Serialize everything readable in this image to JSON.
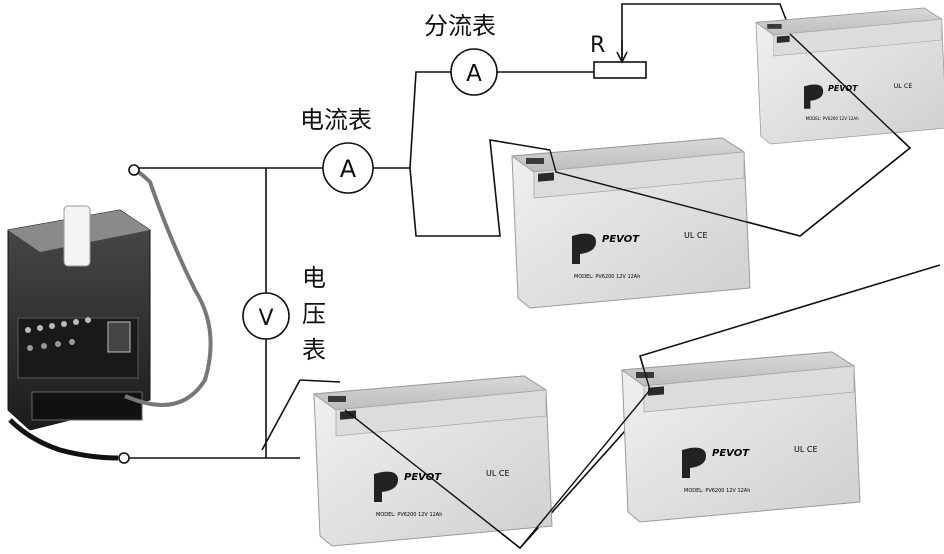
{
  "labels": {
    "shunt_meter": "分流表",
    "ammeter": "电流表",
    "voltmeter_vertical": [
      "电",
      "压",
      "表"
    ],
    "resistor": "R"
  },
  "meters": {
    "ammeter_symbol": "A",
    "shunt_symbol": "A",
    "voltmeter_symbol": "V"
  },
  "battery": {
    "brand": "PEVOT",
    "model_line": "MODEL: PV6200  12V  12Ah",
    "cert": "UL CE"
  },
  "colors": {
    "wire": "#111111",
    "battery_body": "#e6e6e6",
    "battery_lid": "#d2d2d2",
    "charger_body": "#2d2d2d"
  }
}
